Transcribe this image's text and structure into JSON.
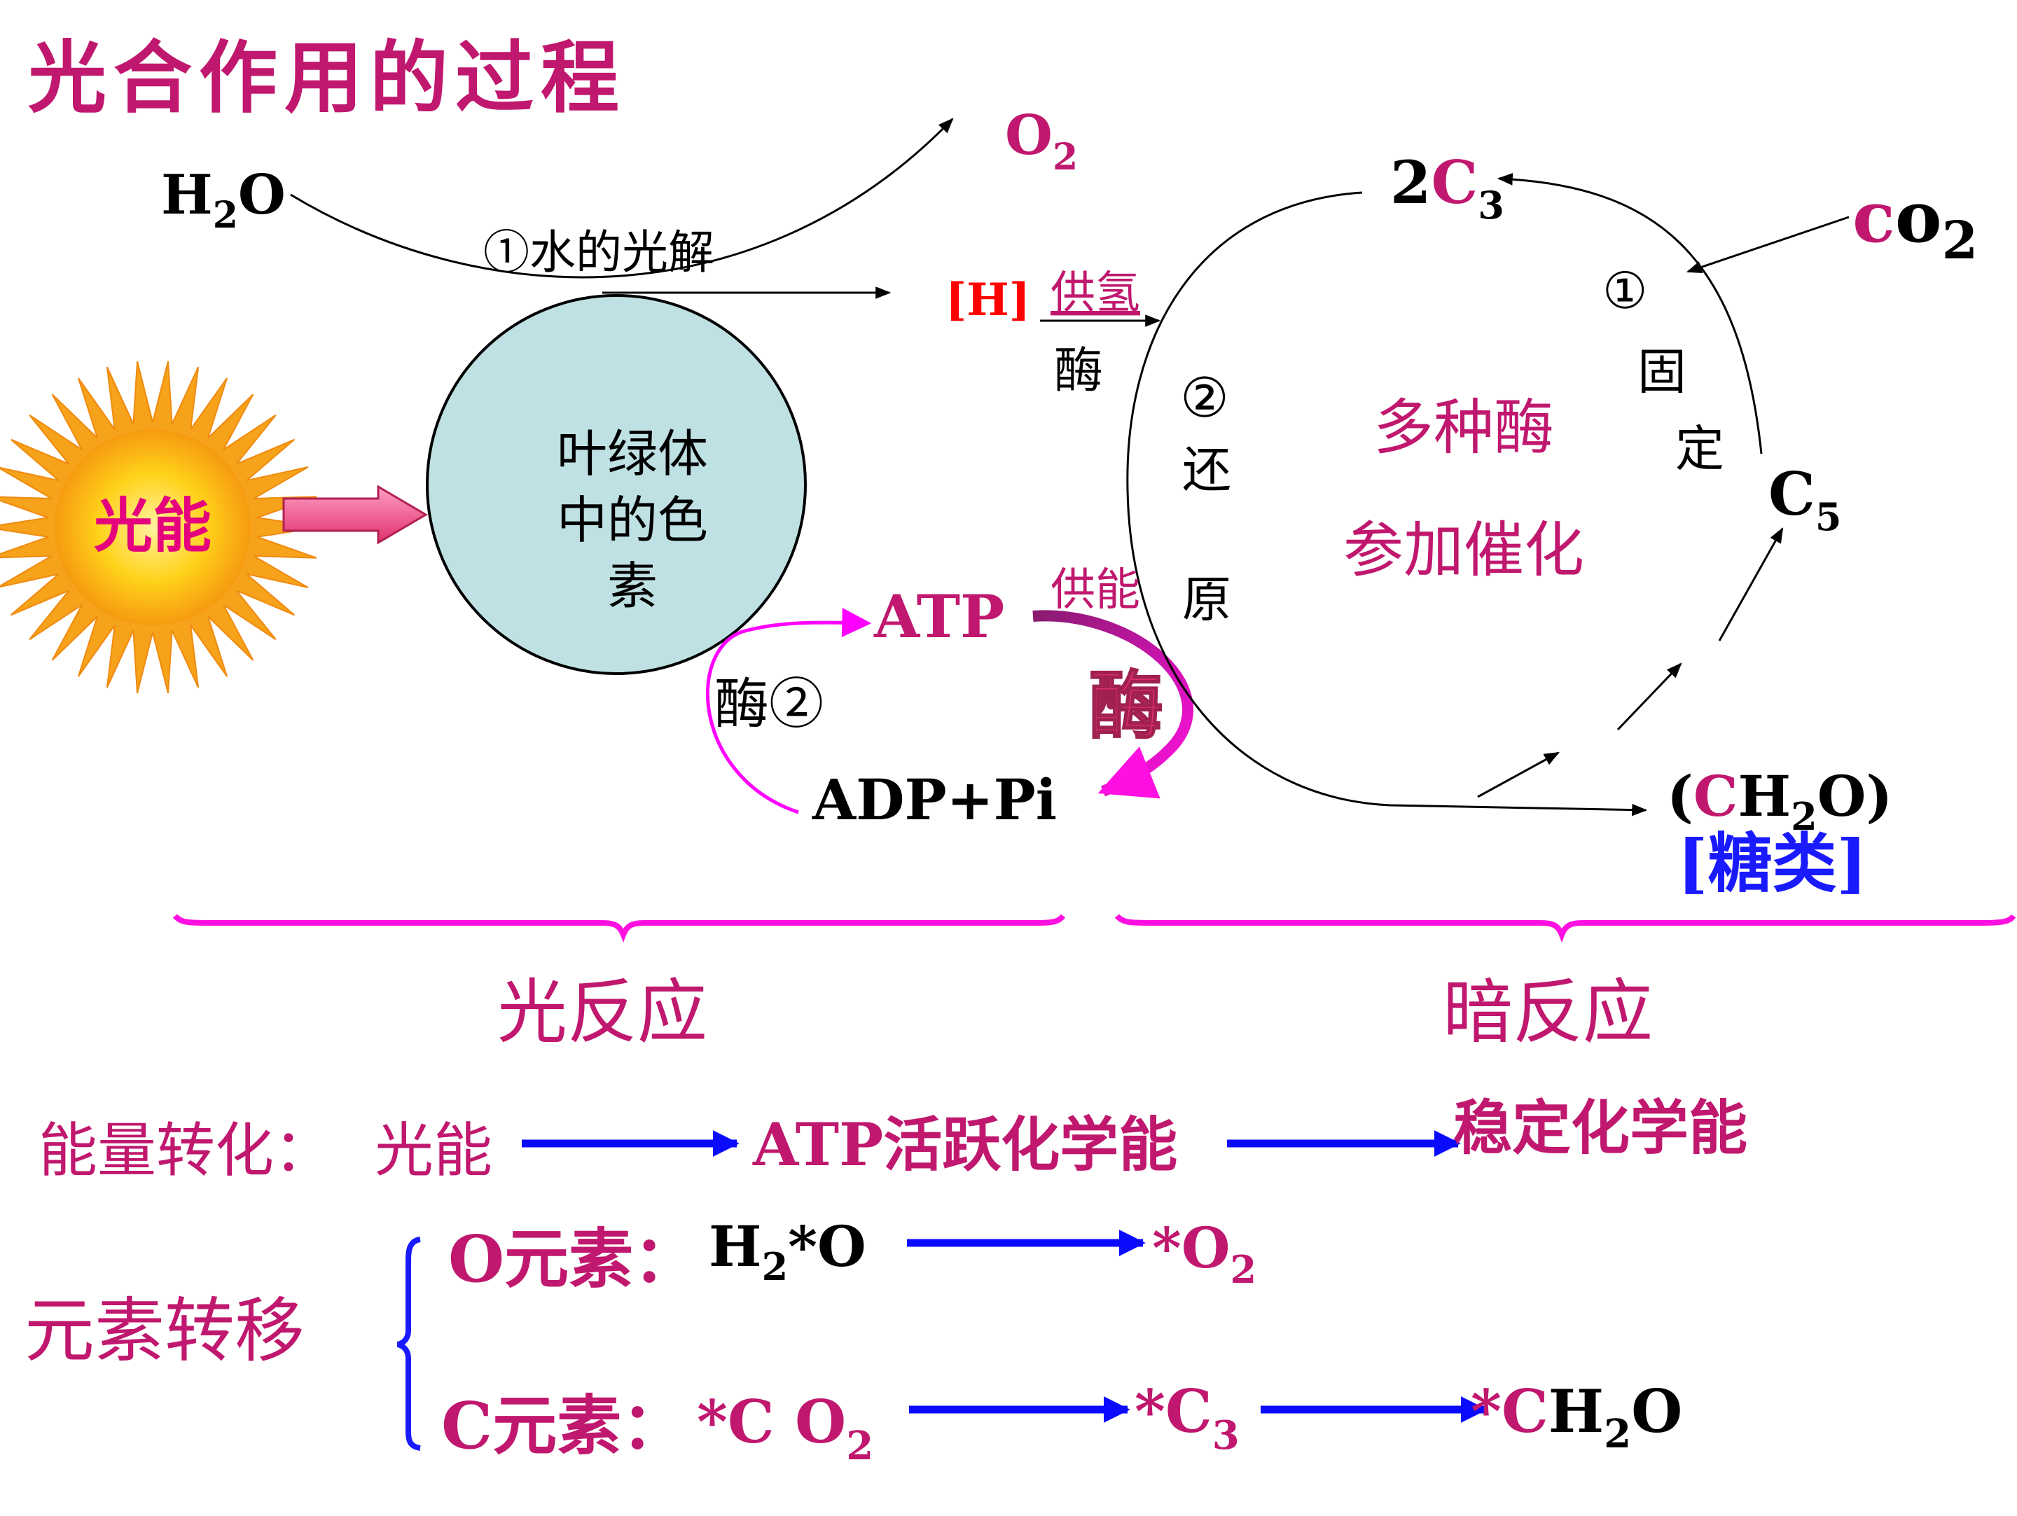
{
  "title": "光合作用的过程",
  "colors": {
    "magenta": "#c0186e",
    "arrow_blue": "#0a0aff",
    "red": "#ff0000",
    "bracket_blue": "#1a1aff",
    "chlorophyll_fill": "#bfe1e3",
    "sun_core": "#ffd21a",
    "sun_rays": "#f6a21a",
    "atp_arrow": "#ff00ff"
  },
  "light_reaction": {
    "h2o": {
      "main": "H",
      "sub": "2",
      "tail": "O"
    },
    "o2": {
      "main": "O",
      "sub": "2"
    },
    "photolysis": "①水的光解",
    "sun_label": "光能",
    "pigment": {
      "l1": "叶绿体",
      "l2": "中的色",
      "l3": "素"
    },
    "h_label": "[H]",
    "atp": "ATP",
    "adp": "ADP+Pi",
    "enzyme2": "酶②",
    "enzyme_big": "酶"
  },
  "dark_reaction": {
    "supply_h": "供氢",
    "enzyme_small": "酶",
    "supply_energy": "供能",
    "reduction": {
      "num": "②",
      "c1": "还",
      "c2": "原"
    },
    "fixation": {
      "num": "①",
      "c1": "固",
      "c2": "定"
    },
    "c3": {
      "coef": "2",
      "main": "C",
      "sub": "3"
    },
    "co2": {
      "c": "c",
      "o": "o",
      "sub": "2"
    },
    "c5": {
      "main": "C",
      "sub": "5"
    },
    "center": {
      "l1": "多种酶",
      "l2": "参加催化"
    },
    "ch2o": {
      "open": "(",
      "c": "C",
      "h": "H",
      "sub": "2",
      "tail": "O)"
    },
    "sugar": "[糖类]"
  },
  "section_labels": {
    "light": "光反应",
    "dark": "暗反应"
  },
  "energy_conversion": {
    "label": "能量转化：",
    "step1": "光能",
    "step2": "ATP活跃化学能",
    "step3": "稳定化学能"
  },
  "element_transfer": {
    "label": "元素转移",
    "o_row": {
      "label": "O元素：",
      "from": {
        "main": "H",
        "sub": "2",
        "tail": "*O"
      },
      "to": {
        "main": "*O",
        "sub": "2"
      }
    },
    "c_row": {
      "label": "C元素：",
      "from": {
        "main": "*C O",
        "sub": "2"
      },
      "mid": {
        "main": "*C",
        "sub": "3"
      },
      "to": {
        "star": "*",
        "c": "C",
        "h": "H",
        "sub": "2",
        "tail": "O"
      }
    }
  }
}
